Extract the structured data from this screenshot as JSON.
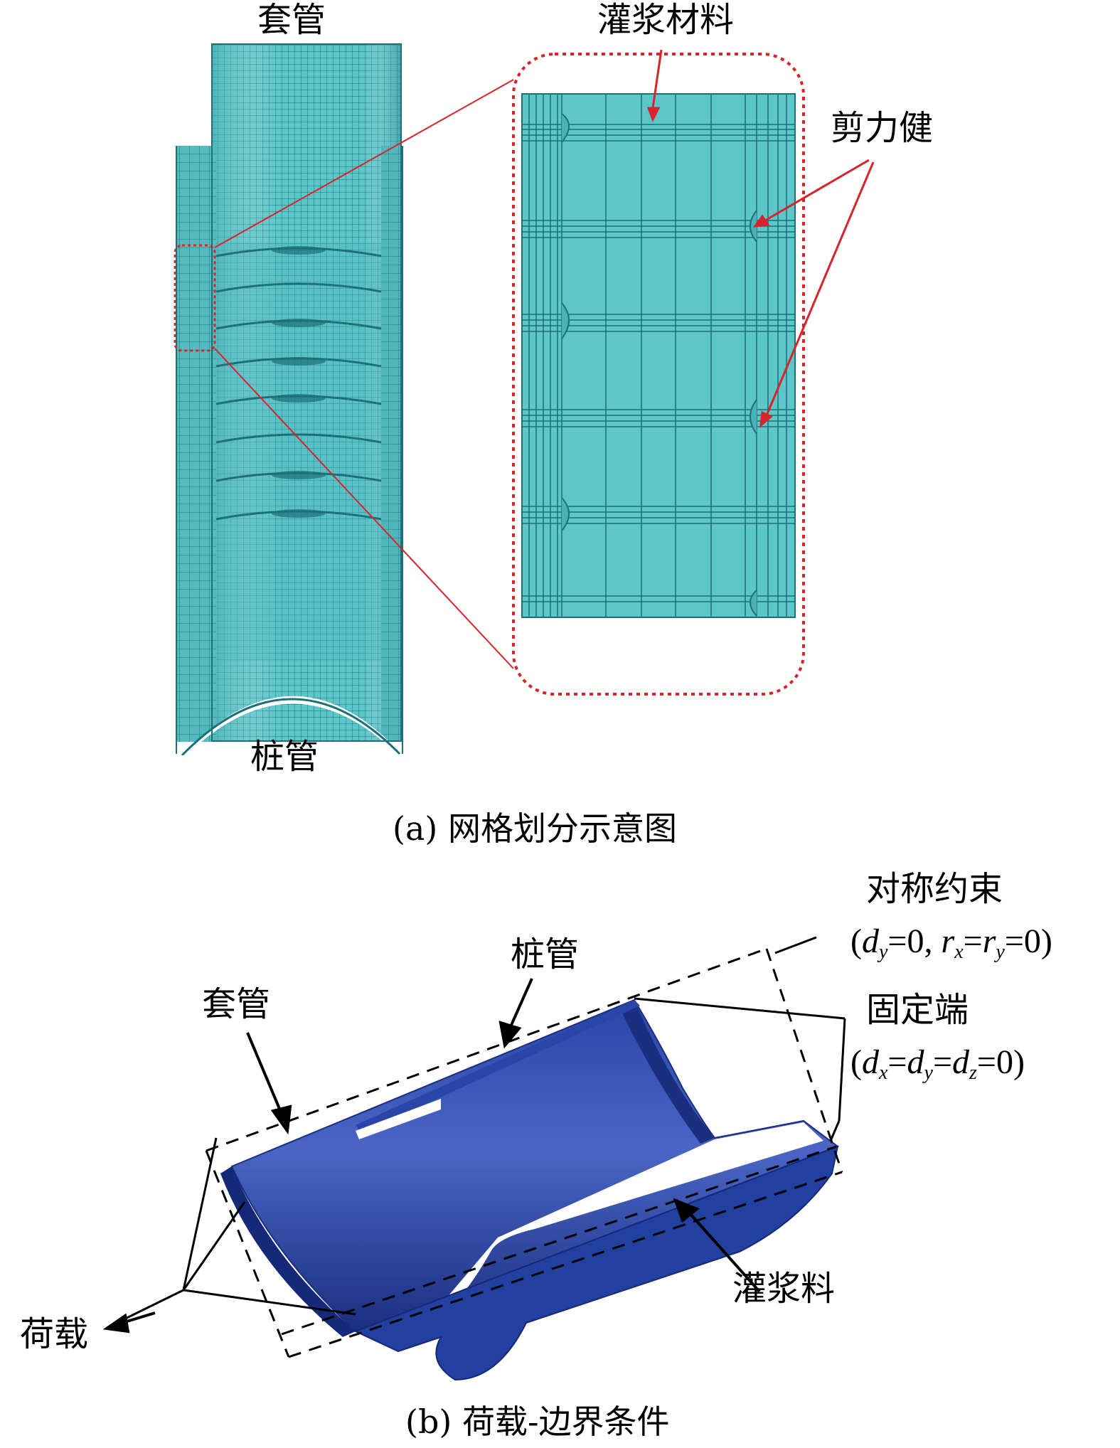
{
  "panel_a": {
    "label_casing": "套管",
    "label_grout_material": "灌浆材料",
    "label_shear_keys": "剪力健",
    "label_pile": "桩管",
    "caption": "(a) 网格划分示意图"
  },
  "panel_b": {
    "label_symmetry": "对称约束",
    "eq_symmetry": {
      "d": "d",
      "y": "y",
      "eq1": "=0, ",
      "r": "r",
      "x": "x",
      "eq2": "=",
      "r2": "r",
      "y2": "y",
      "eq3": "=0)",
      "open": "("
    },
    "label_pile": "桩管",
    "label_casing": "套管",
    "label_fixed": "固定端",
    "eq_fixed": {
      "open": "(",
      "d1": "d",
      "x": "x",
      "e1": "=",
      "d2": "d",
      "y": "y",
      "e2": "=",
      "d3": "d",
      "z": "z",
      "e3": "=0)"
    },
    "label_grout": "灌浆料",
    "label_load": "荷载",
    "caption": "(b) 荷载-边界条件"
  },
  "colors": {
    "mesh_fill": "#5cc6c9",
    "mesh_line": "#1d6f78",
    "zoom_border": "#d8232a",
    "model_blue": "#2a45a8",
    "model_blue_dark": "#1b2f80"
  }
}
